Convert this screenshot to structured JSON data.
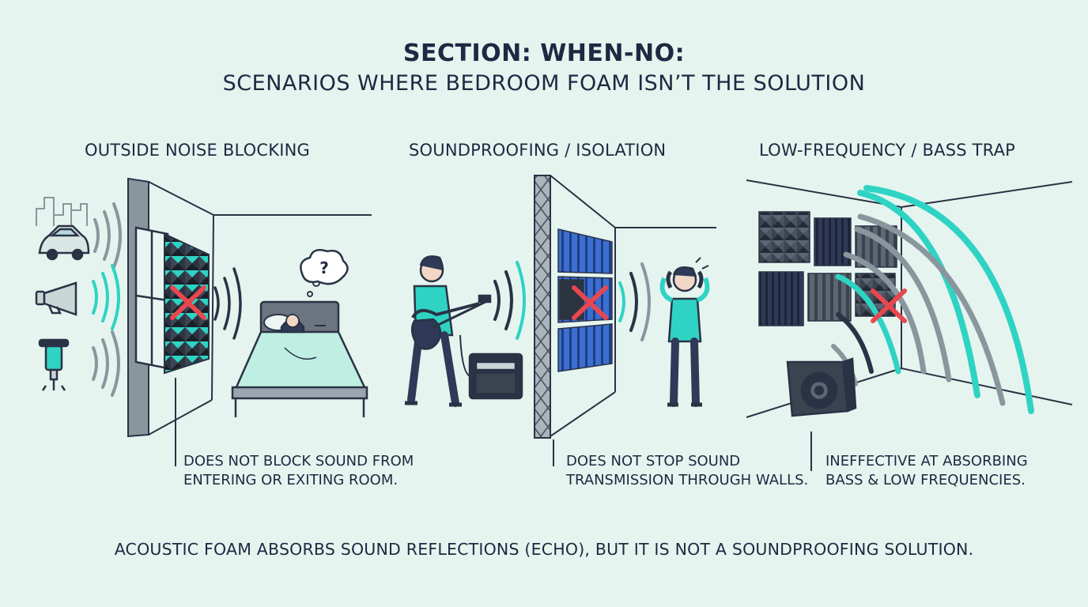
{
  "header": {
    "title_line1": "SECTION: WHEN-NO:",
    "title_line2": "SCENARIOS WHERE BEDROOM FOAM ISN’T THE SOLUTION"
  },
  "panels": [
    {
      "heading": "OUTSIDE NOISE BLOCKING",
      "caption_line1": "DOES NOT BLOCK SOUND FROM",
      "caption_line2": "ENTERING OR EXITING ROOM.",
      "thought_bubble": "?"
    },
    {
      "heading": "SOUNDPROOFING / ISOLATION",
      "caption_line1": "DOES NOT STOP SOUND",
      "caption_line2": "TRANSMISSION THROUGH WALLS."
    },
    {
      "heading": "LOW-FREQUENCY / BASS TRAP",
      "caption_line1": "INEFFECTIVE AT ABSORBING",
      "caption_line2": "BASS & LOW FREQUENCIES."
    }
  ],
  "footer": {
    "text": "ACOUSTIC FOAM ABSORBS SOUND REFLECTIONS (ECHO), BUT IT IS NOT A SOUNDPROOFING SOLUTION."
  },
  "colors": {
    "background": "#e6f4ef",
    "ink": "#1e2842",
    "teal": "#2fd3c4",
    "gray_wave": "#8a969e",
    "cross": "#e8474f",
    "blue_foam": "#3d6fd1"
  }
}
